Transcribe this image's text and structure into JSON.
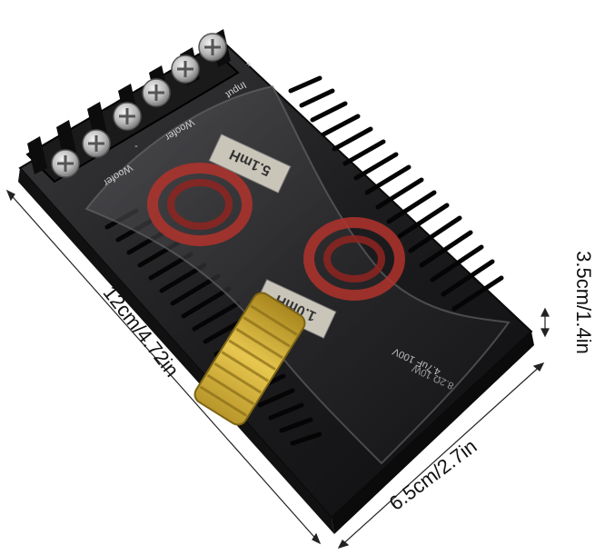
{
  "dimensions": {
    "length": "12cm/4.72in",
    "width": "6.5cm/2.7in",
    "height": "3.5cm/1.4in"
  },
  "terminal_labels": {
    "woofer_1": "Woofer",
    "woofer_2": "Woofer",
    "input": "Input",
    "plus": "+",
    "minus": "-"
  },
  "component_labels": {
    "inductor_top": "5.1mH",
    "inductor_bottom": "1.0mH",
    "capacitor": "4.7uF 100V",
    "resistor": "8.2Ω 10W"
  },
  "colors": {
    "housing": "#1c1c1e",
    "coil_copper": "#b2332c",
    "capacitor": "#d8b83a",
    "terminal_metal": "#c9c9c9"
  }
}
